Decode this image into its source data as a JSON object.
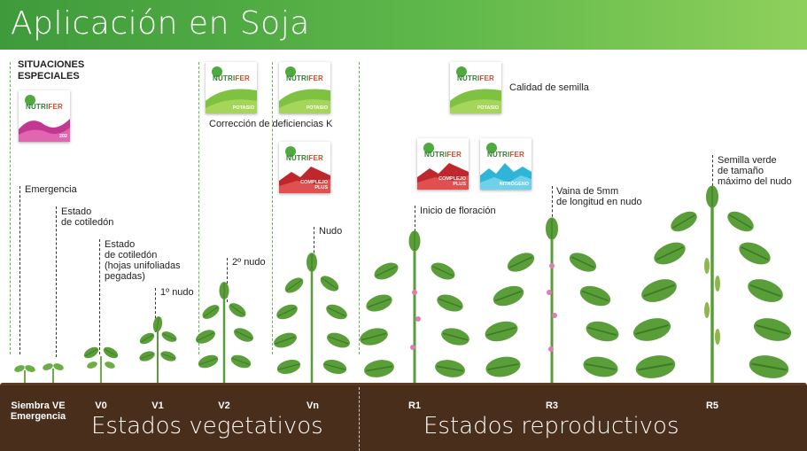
{
  "header": {
    "title": "Aplicación en Soja"
  },
  "special_situations": {
    "label_line1": "SITUACIONES",
    "label_line2": "ESPECIALES"
  },
  "products": [
    {
      "brand_a": "NUTRI",
      "brand_b": "FER",
      "sub": "202",
      "color": "#c2378f"
    },
    {
      "brand_a": "NUTRI",
      "brand_b": "FER",
      "sub": "POTASIO",
      "color": "#7fc242"
    },
    {
      "brand_a": "NUTRI",
      "brand_b": "FER",
      "sub": "POTASIO",
      "color": "#7fc242"
    },
    {
      "brand_a": "NUTRI",
      "brand_b": "FER",
      "sub_line1": "COMPLEJO",
      "sub_line2": "PLUS",
      "color": "#c0272d"
    },
    {
      "brand_a": "NUTRI",
      "brand_b": "FER",
      "sub": "POTASIO",
      "color": "#7fc242"
    },
    {
      "brand_a": "NUTRI",
      "brand_b": "FER",
      "sub_line1": "COMPLEJO",
      "sub_line2": "PLUS",
      "color": "#c0272d"
    },
    {
      "brand_a": "NUTRI",
      "brand_b": "FER",
      "sub": "NITRÓGENO",
      "color": "#2fb5d8"
    }
  ],
  "captions": {
    "k_deficiency": "Corrección de deficiencias K",
    "seed_quality": "Calidad de semilla"
  },
  "stage_labels": {
    "emergencia": "Emergencia",
    "cotiledon_1": "Estado",
    "cotiledon_2": "de cotiledón",
    "unifol_1": "Estado",
    "unifol_2": "de cotiledón",
    "unifol_3": "(hojas unifoliadas",
    "unifol_4": "pegadas)",
    "nudo1": "1º nudo",
    "nudo2": "2º nudo",
    "nudo": "Nudo",
    "floracion": "Inicio de floración",
    "vaina_1": "Vaina de 5mm",
    "vaina_2": "de longitud en nudo",
    "semilla_1": "Semilla verde",
    "semilla_2": "de tamaño",
    "semilla_3": "máximo del nudo"
  },
  "stages": {
    "siembra_1": "Siembra VE",
    "siembra_2": "Emergencia",
    "v0": "V0",
    "v1": "V1",
    "v2": "V2",
    "vn": "Vn",
    "r1": "R1",
    "r3": "R3",
    "r5": "R5"
  },
  "sections": {
    "vegetative": "Estados vegetativos",
    "reproductive": "Estados reproductivos"
  },
  "colors": {
    "header_green": "#4fa93f",
    "soil": "#4a2e1c",
    "leaf": "#5a9e3a",
    "flower": "#e07bb5"
  }
}
